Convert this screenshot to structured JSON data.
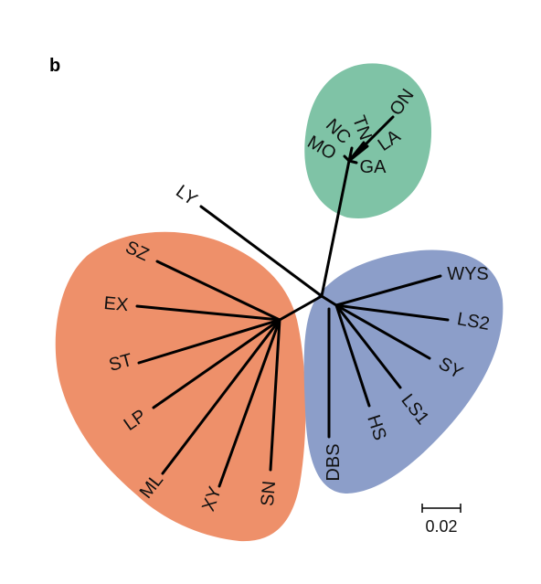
{
  "figure": {
    "panel_label": "b",
    "scale_bar_label": "0.02"
  },
  "colors": {
    "green_group": "#7fc3a6",
    "orange_group": "#ee906a",
    "blue_group": "#8c9ec9",
    "branch": "#000000"
  },
  "tree": {
    "groups": [
      {
        "name": "green",
        "leaves": [
          "ON",
          "TN",
          "NC",
          "MO",
          "LA",
          "GA"
        ]
      },
      {
        "name": "orange",
        "leaves": [
          "SZ",
          "EX",
          "ST",
          "LP",
          "ML",
          "XY",
          "SN"
        ]
      },
      {
        "name": "blue",
        "leaves": [
          "WYS",
          "LS2",
          "SY",
          "LS1",
          "HS",
          "DBS"
        ]
      },
      {
        "name": "ungrouped",
        "leaves": [
          "LY"
        ]
      }
    ],
    "leaf_labels": {
      "ON": "ON",
      "TN": "TN",
      "NC": "NC",
      "MO": "MO",
      "LA": "LA",
      "GA": "GA",
      "LY": "LY",
      "SZ": "SZ",
      "EX": "EX",
      "ST": "ST",
      "LP": "LP",
      "ML": "ML",
      "XY": "XY",
      "SN": "SN",
      "WYS": "WYS",
      "LS2": "LS2",
      "SY": "SY",
      "LS1": "LS1",
      "HS": "HS",
      "DBS": "DBS"
    }
  }
}
